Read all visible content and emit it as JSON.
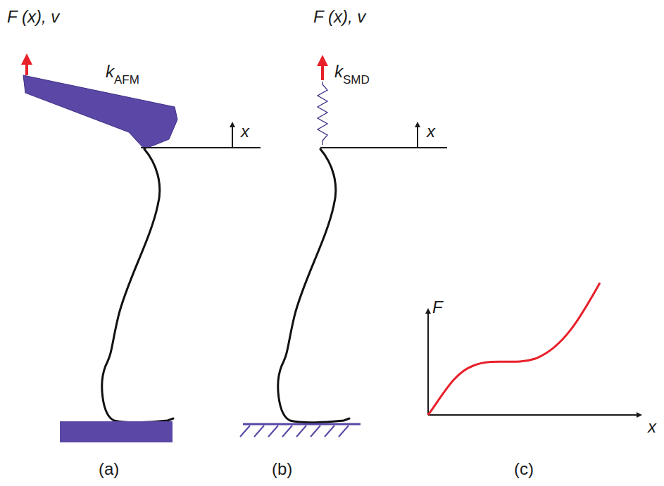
{
  "diagram": {
    "labels": [
      "F (x), v",
      "k",
      "AFM",
      "x",
      "F (x), v",
      "k",
      "SMD",
      "x",
      "F",
      "x",
      "(a)",
      "(b)",
      "(c)"
    ]
  }
}
